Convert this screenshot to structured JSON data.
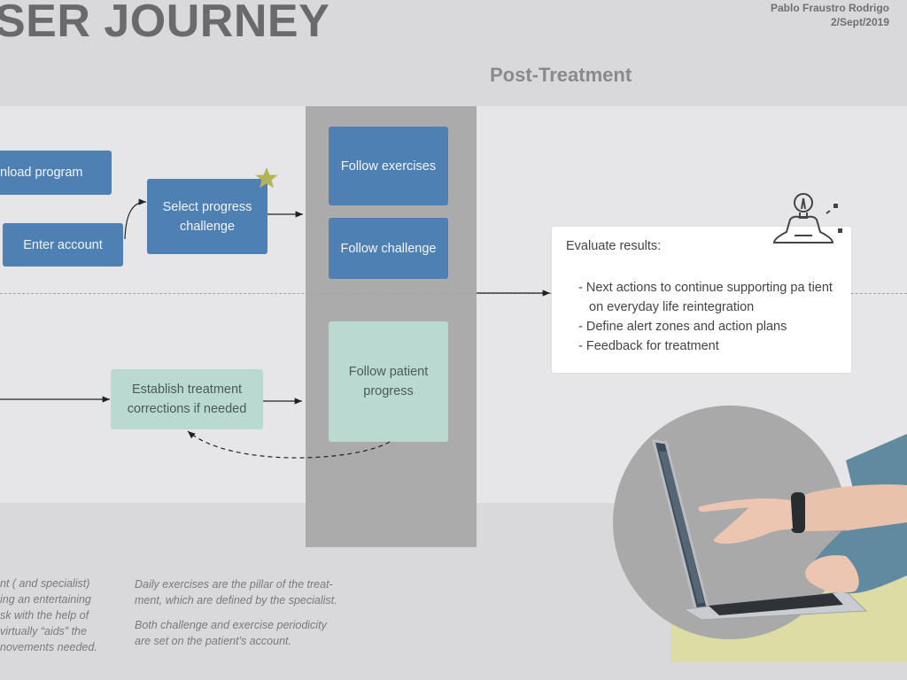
{
  "header": {
    "title": "SER JOURNEY",
    "author": "Pablo Fraustro Rodrigo",
    "date": "2/Sept/2019"
  },
  "phase": "Post-Treatment",
  "steps": {
    "download_program": "nload program",
    "enter_account": "Enter account",
    "select_progress_challenge": "Select progress challenge",
    "follow_exercises": "Follow exercises",
    "follow_challenge": "Follow challenge",
    "establish_corrections": "Establish treatment corrections if needed",
    "follow_patient_progress": "Follow patient progress"
  },
  "evaluate": {
    "title": "Evaluate results:",
    "items": [
      "- Next actions to continue supporting pa tient on everyday life reintegration",
      "- Define alert zones and action plans",
      "- Feedback for treatment"
    ]
  },
  "notes": {
    "left": [
      "nt ( and specialist)",
      "ing an entertaining",
      "sk with the help of",
      "virtually “aids” the",
      "novements needed."
    ],
    "right": [
      "Daily exercises are the pillar of the treat-",
      "ment, which are defined by the specialist.",
      "Both challenge and exercise periodicity",
      "are set on the patient’s account."
    ]
  },
  "colors": {
    "blue_step": "#4f80b4",
    "mint_step": "#bad9d0",
    "star": "#b4b35a",
    "accent_yellow": "#dcdca4"
  },
  "icons": {
    "star": "star-icon",
    "meditation": "meditation-lightbulb-icon",
    "laptop": "laptop-hands-illustration"
  }
}
